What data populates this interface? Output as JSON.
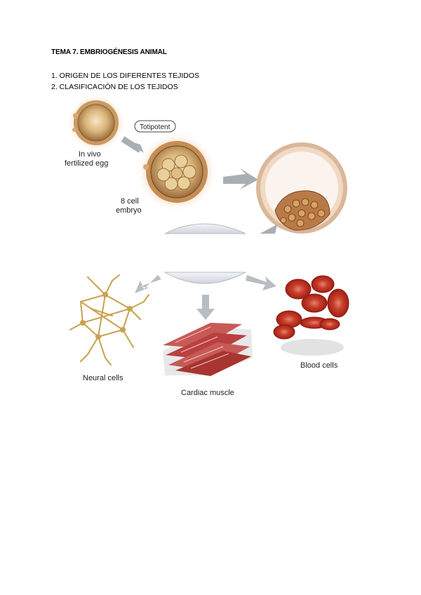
{
  "document": {
    "title": "TEMA 7. EMBRIOGÉNESIS ANIMAL",
    "sections": [
      "1. ORIGEN DE LOS DIFERENTES TEJIDOS",
      "2. CLASIFICACIÓN DE LOS TEJIDOS"
    ]
  },
  "figure": {
    "labels": {
      "totipotent": "Totipotent",
      "in_vivo_1": "In vivo",
      "in_vivo_2": "fertilized egg",
      "embryo_1": "8 cell",
      "embryo_2": "embryo",
      "neural": "Neural cells",
      "cardiac": "Cardiac muscle",
      "blood": "Blood cells"
    }
  }
}
